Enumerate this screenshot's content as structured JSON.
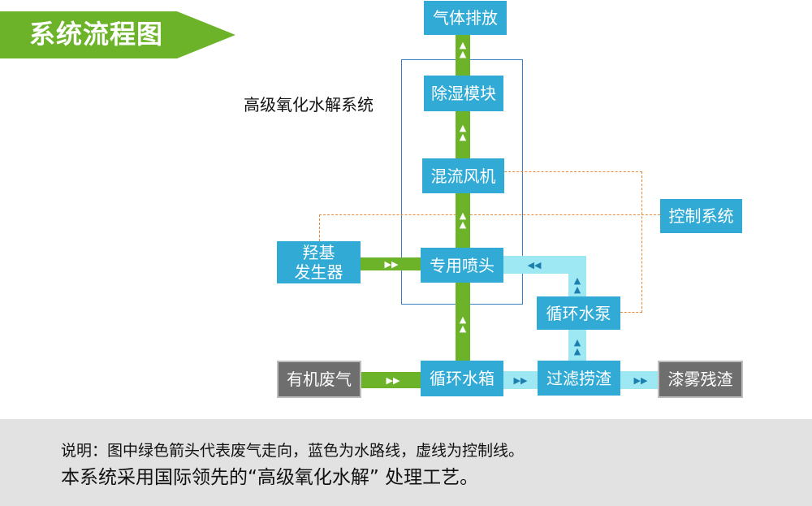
{
  "title": "系统流程图",
  "system_label": "高级氧化水解系统",
  "nodes": {
    "exhaust": "气体排放",
    "dehumidifier": "除湿模块",
    "mixed_fan": "混流风机",
    "control": "控制系统",
    "hydroxyl_generator_line1": "羟基",
    "hydroxyl_generator_line2": "发生器",
    "nozzle": "专用喷头",
    "pump": "循环水泵",
    "organic_gas": "有机废气",
    "tank": "循环水箱",
    "filter": "过滤捞渣",
    "residue": "漆雾残渣"
  },
  "notes": {
    "line1": "说明：图中绿色箭头代表废气走向，蓝色为水路线，虚线为控制线。",
    "line2": "本系统采用国际领先的“高级氧化水解” 处理工艺。"
  },
  "colors": {
    "gas_flow": "#6cb32a",
    "water_flow": "#9ee8f4",
    "node_blue": "#31aad6",
    "node_gray": "#6e6e6e",
    "control_line": "#e8893a",
    "frame": "#3a7fc8"
  },
  "icons": {
    "up_arrow": "▲",
    "right_arrow": "▶",
    "left_arrow": "◀"
  }
}
